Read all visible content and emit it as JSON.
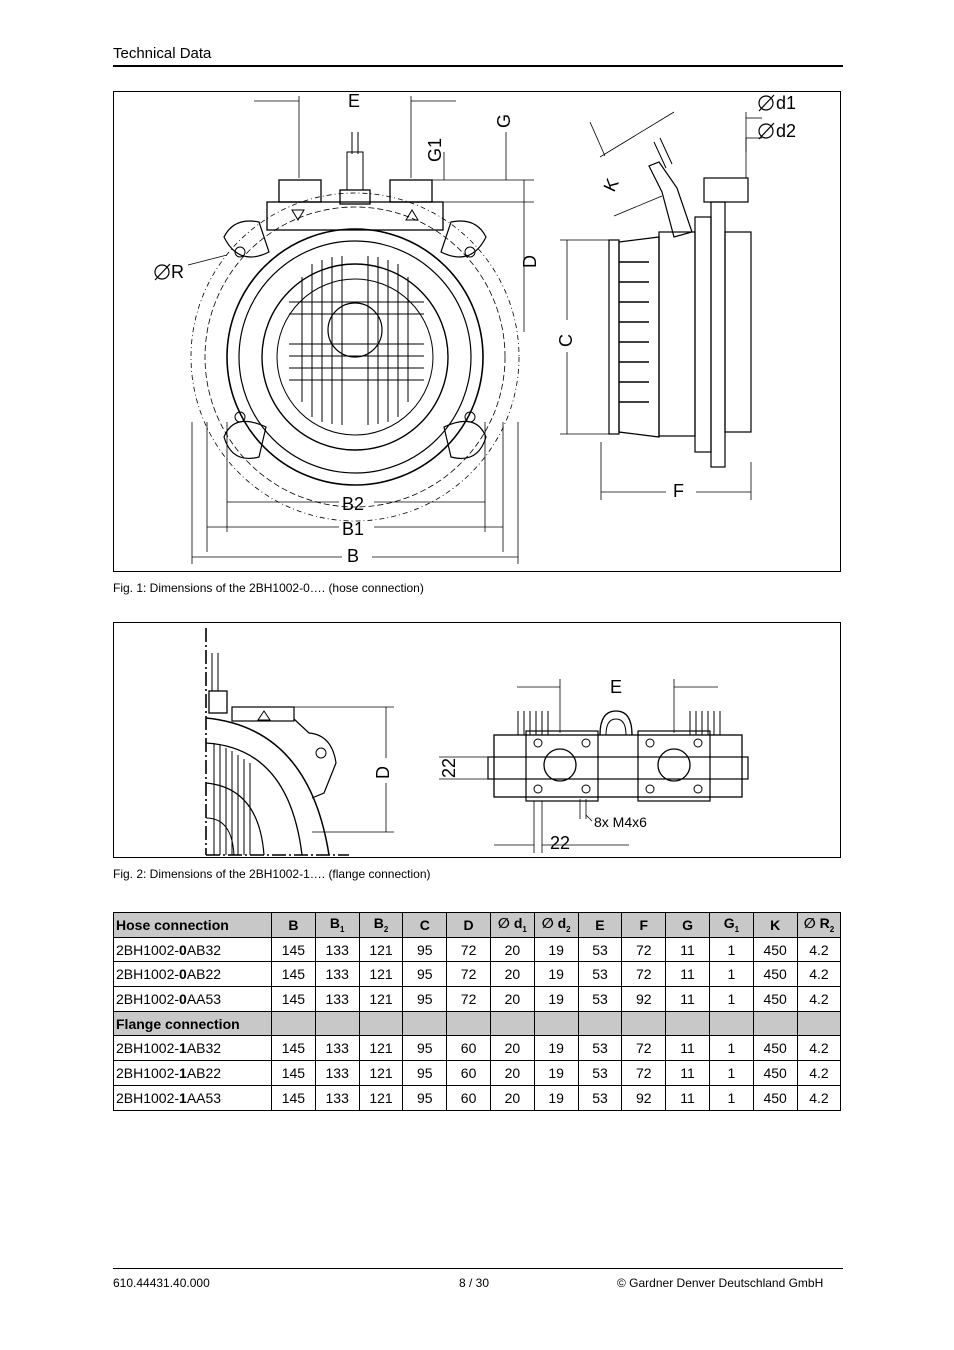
{
  "header": {
    "title": "Technical Data"
  },
  "figure1": {
    "caption": "Fig. 1: Dimensions of the 2BH1002-0…. (hose connection)",
    "labels": {
      "E": "E",
      "G": "G",
      "G1": "G1",
      "d1": "d1",
      "d2": "d2",
      "K": "K",
      "R": "R",
      "D": "D",
      "C": "C",
      "B2": "B2",
      "B1": "B1",
      "B": "B",
      "F": "F"
    }
  },
  "figure2": {
    "caption": "Fig. 2: Dimensions of the 2BH1002-1…. (flange connection)",
    "labels": {
      "E": "E",
      "D": "D",
      "dim22a": "22",
      "dim22b": "22",
      "thread": "8x M4x6"
    }
  },
  "table": {
    "section1": "Hose connection",
    "section2": "Flange connection",
    "headers": [
      {
        "main": "B",
        "sub": "",
        "dia": false
      },
      {
        "main": "B",
        "sub": "1",
        "dia": false
      },
      {
        "main": "B",
        "sub": "2",
        "dia": false
      },
      {
        "main": "C",
        "sub": "",
        "dia": false
      },
      {
        "main": "D",
        "sub": "",
        "dia": false
      },
      {
        "main": "d",
        "sub": "1",
        "dia": true
      },
      {
        "main": "d",
        "sub": "2",
        "dia": true
      },
      {
        "main": "E",
        "sub": "",
        "dia": false
      },
      {
        "main": "F",
        "sub": "",
        "dia": false
      },
      {
        "main": "G",
        "sub": "",
        "dia": false
      },
      {
        "main": "G",
        "sub": "1",
        "dia": false
      },
      {
        "main": "K",
        "sub": "",
        "dia": false
      },
      {
        "main": "R",
        "sub": "2",
        "dia": true
      }
    ],
    "hose_rows": [
      {
        "pre": "2BH1002-",
        "bold": "0",
        "post": "AB32",
        "values": [
          "145",
          "133",
          "121",
          "95",
          "72",
          "20",
          "19",
          "53",
          "72",
          "11",
          "1",
          "450",
          "4.2"
        ]
      },
      {
        "pre": "2BH1002-",
        "bold": "0",
        "post": "AB22",
        "values": [
          "145",
          "133",
          "121",
          "95",
          "72",
          "20",
          "19",
          "53",
          "72",
          "11",
          "1",
          "450",
          "4.2"
        ]
      },
      {
        "pre": "2BH1002-",
        "bold": "0",
        "post": "AA53",
        "values": [
          "145",
          "133",
          "121",
          "95",
          "72",
          "20",
          "19",
          "53",
          "92",
          "11",
          "1",
          "450",
          "4.2"
        ]
      }
    ],
    "flange_rows": [
      {
        "pre": "2BH1002-",
        "bold": "1",
        "post": "AB32",
        "values": [
          "145",
          "133",
          "121",
          "95",
          "60",
          "20",
          "19",
          "53",
          "72",
          "11",
          "1",
          "450",
          "4.2"
        ]
      },
      {
        "pre": "2BH1002-",
        "bold": "1",
        "post": "AB22",
        "values": [
          "145",
          "133",
          "121",
          "95",
          "60",
          "20",
          "19",
          "53",
          "72",
          "11",
          "1",
          "450",
          "4.2"
        ]
      },
      {
        "pre": "2BH1002-",
        "bold": "1",
        "post": "AA53",
        "values": [
          "145",
          "133",
          "121",
          "95",
          "60",
          "20",
          "19",
          "53",
          "92",
          "11",
          "1",
          "450",
          "4.2"
        ]
      }
    ]
  },
  "footer": {
    "doc_number": "610.44431.40.000",
    "page": "8 / 30",
    "copyright": "© Gardner Denver Deutschland GmbH"
  }
}
